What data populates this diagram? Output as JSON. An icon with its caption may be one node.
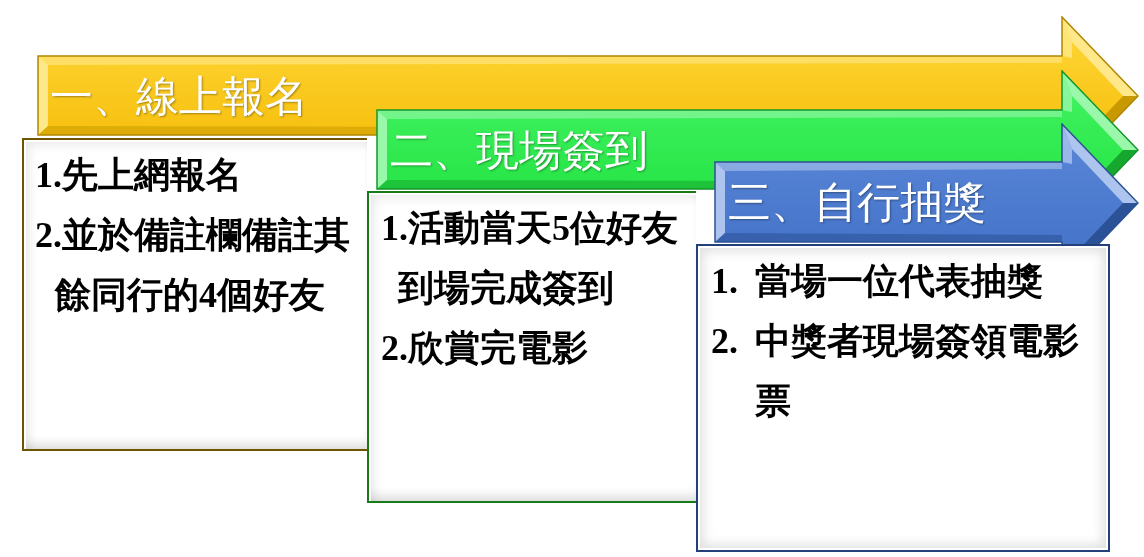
{
  "diagram": {
    "nodes": [
      {
        "text": [
          "一、線上報名"
        ]
      },
      {
        "text": [
          "1.先上網報名",
          "2.並於備註欄備註其餘同行的4個好友"
        ]
      },
      {
        "text": [
          "二、現場簽到"
        ]
      },
      {
        "text": [
          "1.活動當天5位好友到場完成簽到",
          "2.欣賞完電影"
        ]
      },
      {
        "text": [
          "三、自行抽獎"
        ]
      },
      {
        "text": [
          "1. 當場一位代表抽獎",
          "2. 中獎者現場簽領電影票"
        ]
      }
    ]
  }
}
